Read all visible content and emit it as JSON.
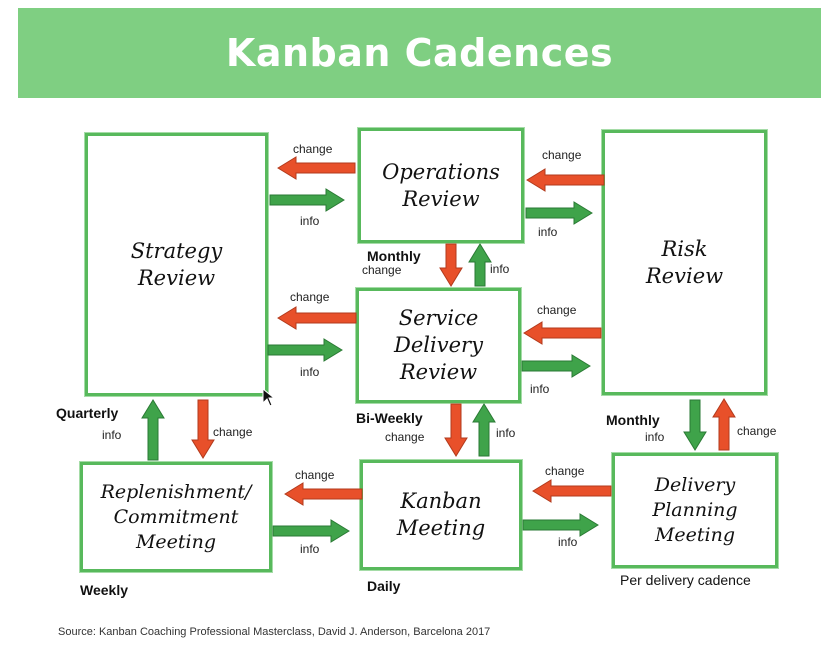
{
  "title": "Kanban Cadences",
  "boxes": {
    "strategy": "Strategy\nReview",
    "operations": "Operations\nReview",
    "risk": "Risk\nReview",
    "service_delivery": "Service\nDelivery\nReview",
    "replenishment": "Replenishment/\nCommitment\nMeeting",
    "kanban": "Kanban\nMeeting",
    "delivery_planning": "Delivery\nPlanning\nMeeting"
  },
  "flow_labels": {
    "change": "change",
    "info": "info"
  },
  "cadences": {
    "operations": "Monthly",
    "strategy": "Quarterly",
    "service_delivery": "Bi-Weekly",
    "risk": "Monthly",
    "replenishment": "Weekly",
    "kanban": "Daily",
    "delivery_planning": "Per delivery cadence"
  },
  "colors": {
    "change_arrow": "#e8502a",
    "info_arrow": "#3fa34a",
    "box_border": "#58b95c",
    "banner": "#7fcf82"
  },
  "source": "Source: Kanban Coaching Professional Masterclass, David J. Anderson, Barcelona 2017"
}
